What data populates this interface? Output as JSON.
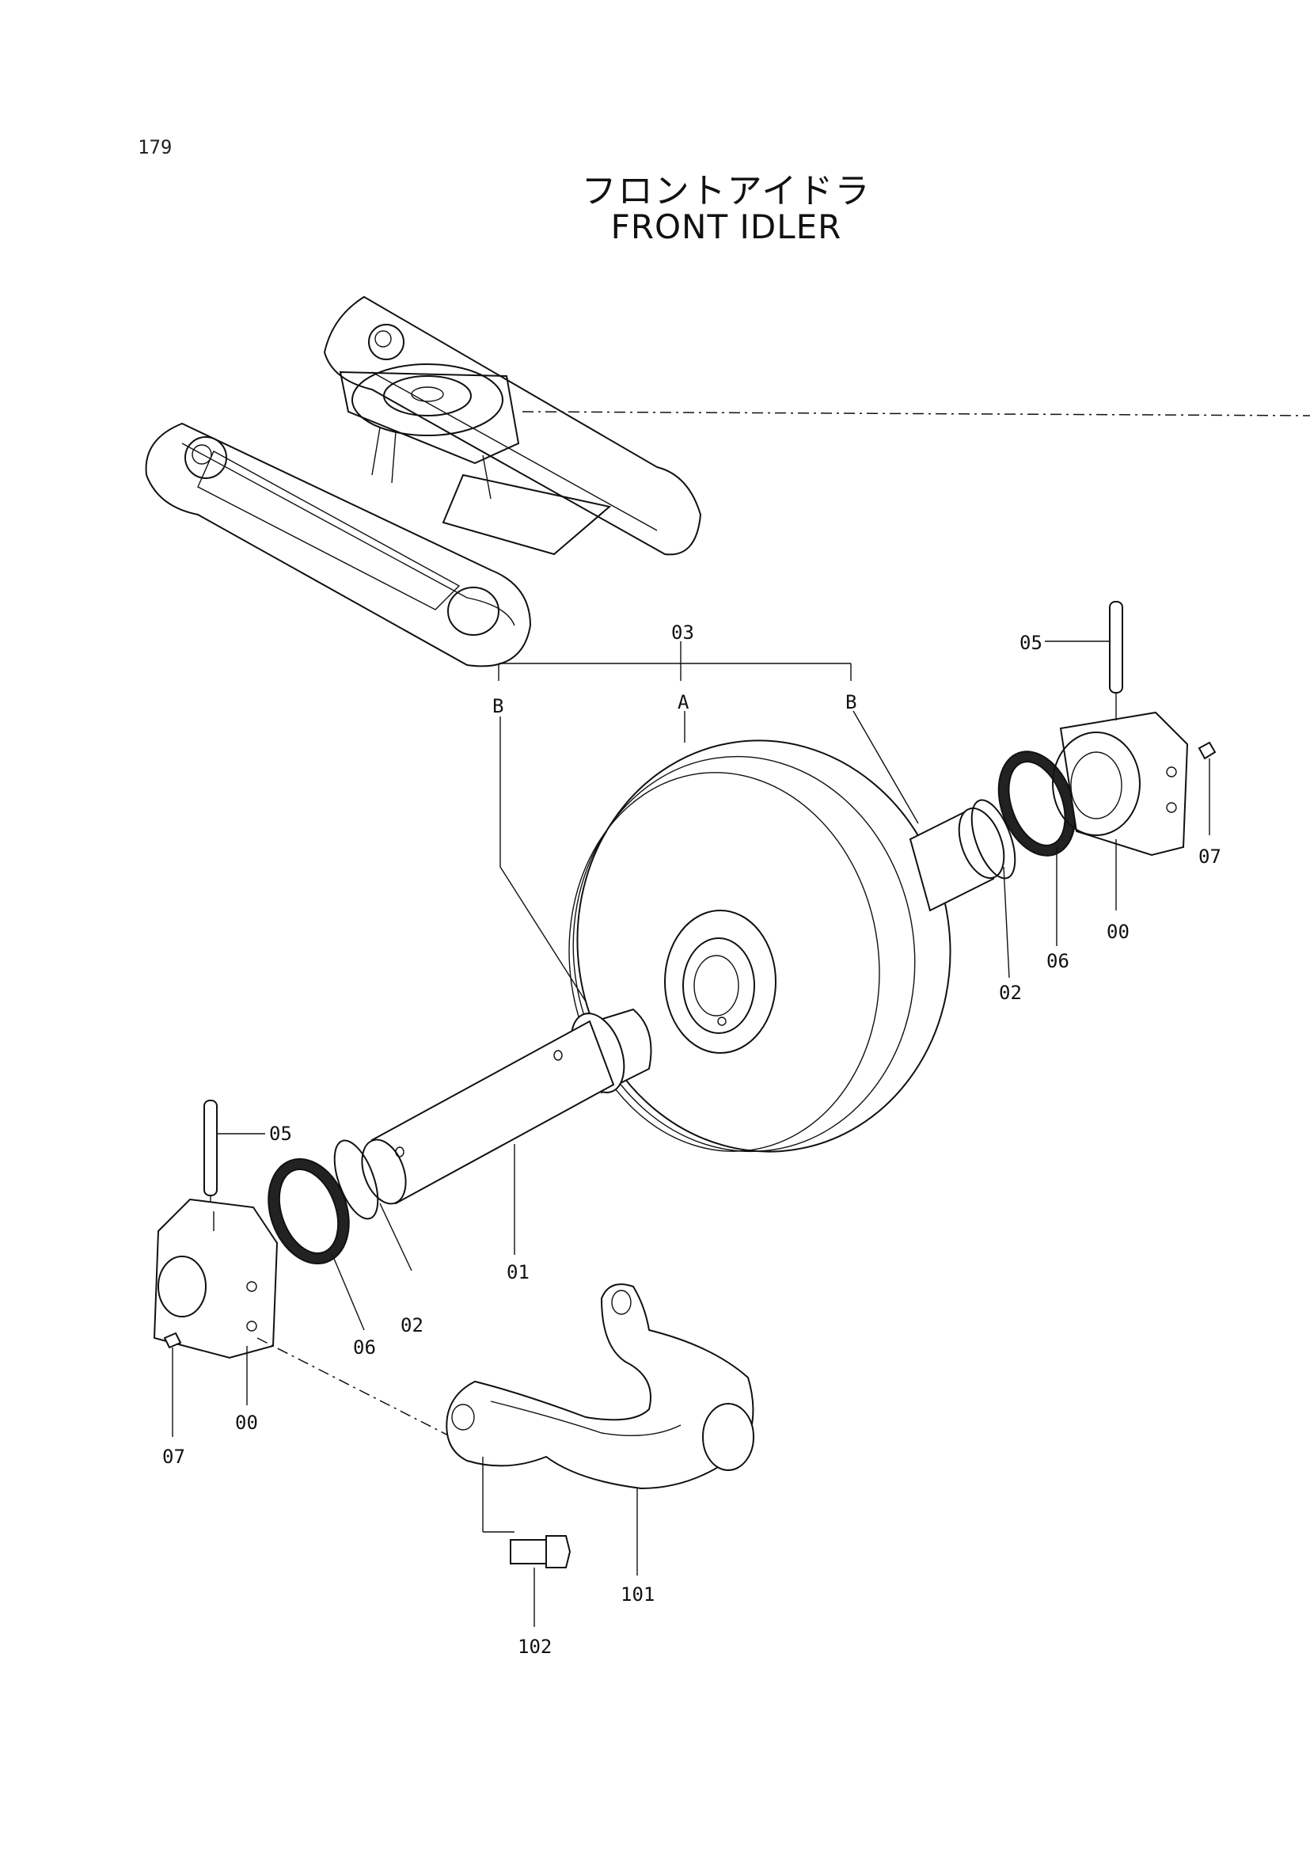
{
  "page": {
    "number": "179"
  },
  "title": {
    "japanese": "フロントアイドラ",
    "english": "FRONT IDLER"
  },
  "labels": {
    "p03": "03",
    "pA": "A",
    "pB_left": "B",
    "pB_right": "B",
    "p05_right": "05",
    "p07_right": "07",
    "p00_right": "00",
    "p06_right": "06",
    "p02_right": "02",
    "p05_left": "05",
    "p01": "01",
    "p02_left": "02",
    "p06_left": "06",
    "p00_left": "00",
    "p07_left": "07",
    "p101": "101",
    "p102": "102"
  }
}
